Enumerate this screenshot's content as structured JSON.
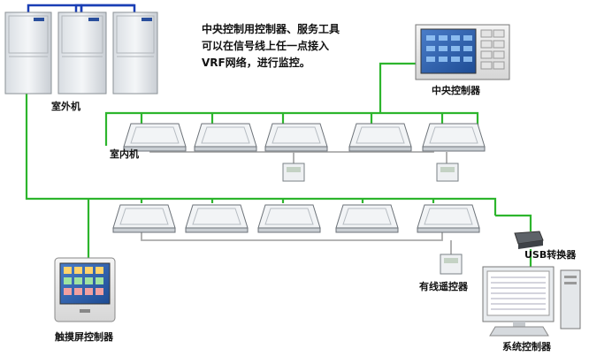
{
  "labels": {
    "outdoor_unit": "室外机",
    "indoor_unit": "室内机",
    "central_controller": "中央控制器",
    "usb_converter": "USB转换器",
    "wired_remote": "有线遥控器",
    "touch_controller": "触摸屏控制器",
    "system_controller": "系统控制器"
  },
  "note": "中央控制用控制器、服务工具\n可以在信号线上任一点接入\nVRF网络，进行监控。",
  "colors": {
    "signal_line": "#2db52d",
    "power_line": "#aaaaaa",
    "outdoor_link": "#1a3fb5"
  }
}
